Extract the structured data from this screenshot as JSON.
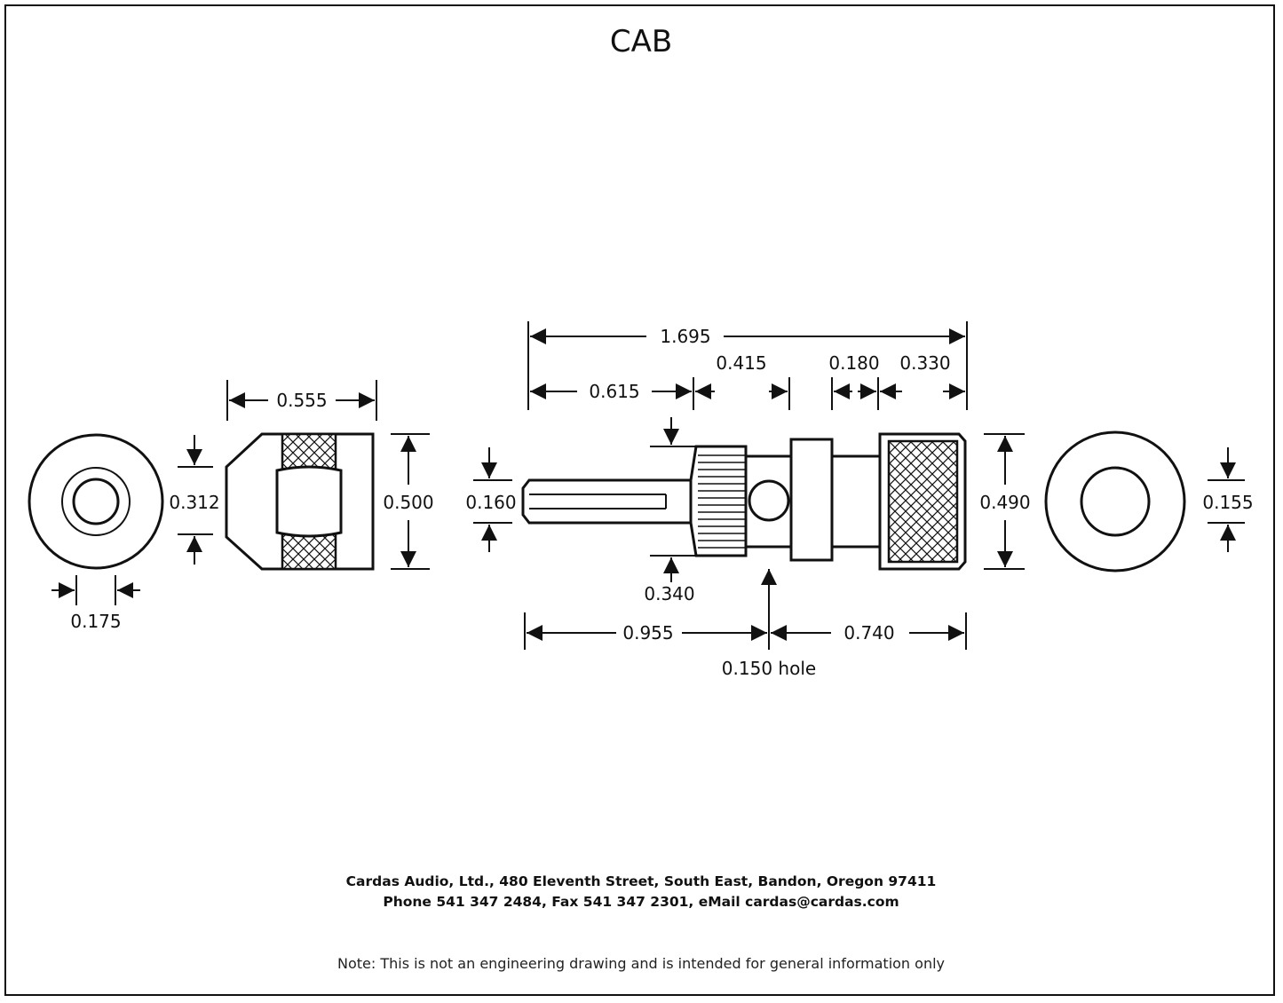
{
  "title": "CAB",
  "dimensions": {
    "d_0175": "0.175",
    "d_0555": "0.555",
    "d_0312": "0.312",
    "d_0500": "0.500",
    "d_0160": "0.160",
    "d_1695": "1.695",
    "d_0615": "0.615",
    "d_0415": "0.415",
    "d_0180": "0.180",
    "d_0330": "0.330",
    "d_0340": "0.340",
    "d_0955": "0.955",
    "d_0740": "0.740",
    "d_0150": "0.150 hole",
    "d_0490": "0.490",
    "d_0155": "0.155"
  },
  "footer": {
    "address": "Cardas Audio, Ltd., 480 Eleventh Street, South East, Bandon, Oregon 97411",
    "contact": "Phone 541 347 2484, Fax 541 347 2301, eMail cardas@cardas.com",
    "note": "Note:  This is not an engineering drawing and is intended for general information only"
  }
}
